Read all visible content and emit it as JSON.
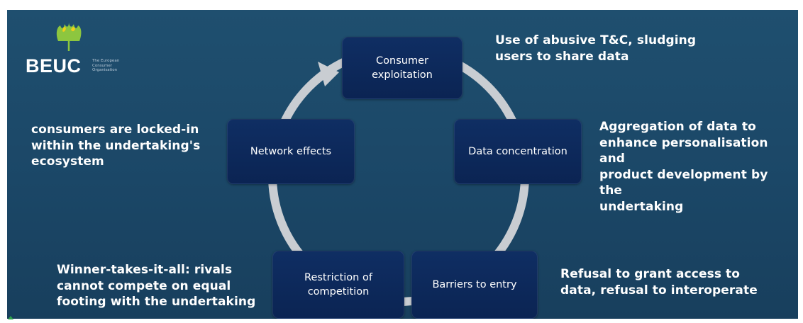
{
  "logo": {
    "wordmark": "BEUC",
    "tagline": "The European\nConsumer\nOrganisation",
    "icon": "tulip-flower-icon"
  },
  "cycle": {
    "nodes": {
      "consumer_exploitation": "Consumer\nexploitation",
      "data_concentration": "Data concentration",
      "barriers_to_entry": "Barriers to entry",
      "restriction_of_competition": "Restriction of\ncompetition",
      "network_effects": "Network effects"
    },
    "notes": {
      "consumer_exploitation": "Use of abusive T&C, sludging\nusers to share data",
      "data_concentration": "Aggregation of data to\nenhance personalisation and\nproduct development by the\nundertaking",
      "barriers_to_entry": "Refusal to grant access to\ndata, refusal to interoperate",
      "restriction_of_competition": "Winner-takes-it-all: rivals\ncannot compete on equal\nfooting with the undertaking",
      "network_effects": "consumers are locked-in\nwithin the undertaking's\necosystem"
    }
  },
  "colors": {
    "background": "#1c4969",
    "node_fill": "#0d2a5c",
    "arrow": "#c9cdd2",
    "logo_green": "#8dc63f",
    "logo_yellow": "#f2cf1a"
  }
}
